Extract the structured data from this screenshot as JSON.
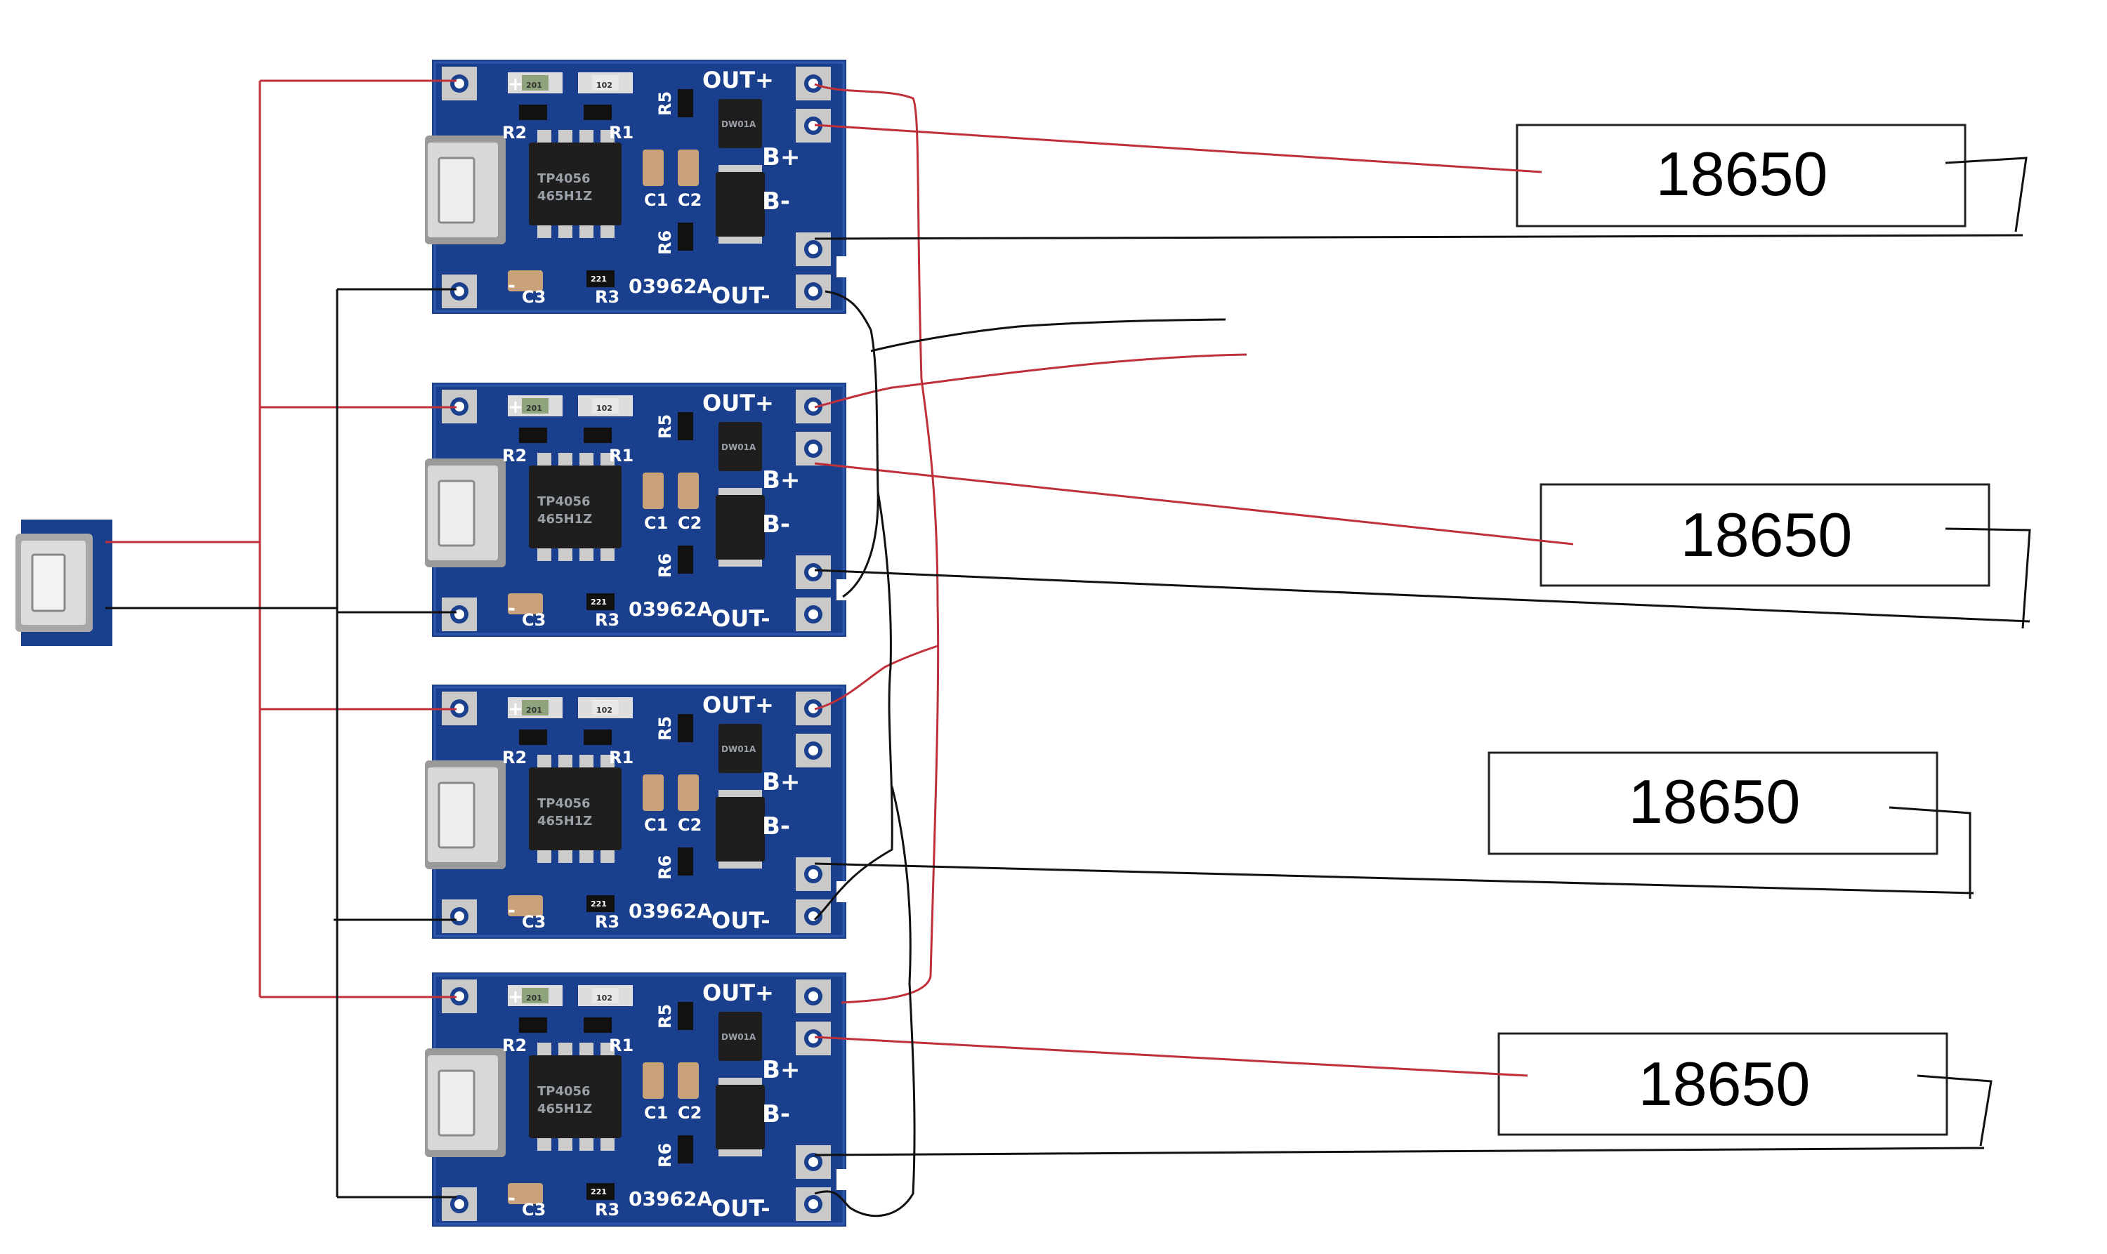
{
  "modules": [
    {
      "pad_labels": {
        "in_plus": "+",
        "in_minus": "-",
        "out_plus": "OUT+",
        "b_plus": "B+",
        "b_minus": "B-",
        "out_minus": "OUT-"
      },
      "component_labels": {
        "r1": "R1",
        "r2": "R2",
        "r3": "R3",
        "r5": "R5",
        "r6": "R6",
        "c1": "C1",
        "c2": "C2",
        "c3": "C3"
      },
      "chip_labels": {
        "line1": "TP4056",
        "line2": "465H1Z"
      },
      "board_code": "03962A",
      "small_codes": {
        "led1": "201",
        "led2": "102",
        "r3": "221",
        "mosfet": "DW01A"
      }
    },
    {
      "pad_labels": {
        "in_plus": "+",
        "in_minus": "-",
        "out_plus": "OUT+",
        "b_plus": "B+",
        "b_minus": "B-",
        "out_minus": "OUT-"
      },
      "component_labels": {
        "r1": "R1",
        "r2": "R2",
        "r3": "R3",
        "r5": "R5",
        "r6": "R6",
        "c1": "C1",
        "c2": "C2",
        "c3": "C3"
      },
      "chip_labels": {
        "line1": "TP4056",
        "line2": "465H1Z"
      },
      "board_code": "03962A",
      "small_codes": {
        "led1": "201",
        "led2": "102",
        "r3": "221",
        "mosfet": "DW01A"
      }
    },
    {
      "pad_labels": {
        "in_plus": "+",
        "in_minus": "-",
        "out_plus": "OUT+",
        "b_plus": "B+",
        "b_minus": "B-",
        "out_minus": "OUT-"
      },
      "component_labels": {
        "r1": "R1",
        "r2": "R2",
        "r3": "R3",
        "r5": "R5",
        "r6": "R6",
        "c1": "C1",
        "c2": "C2",
        "c3": "C3"
      },
      "chip_labels": {
        "line1": "TP4056",
        "line2": "465H1Z"
      },
      "board_code": "03962A",
      "small_codes": {
        "led1": "201",
        "led2": "102",
        "r3": "221",
        "mosfet": "DW01A"
      }
    },
    {
      "pad_labels": {
        "in_plus": "+",
        "in_minus": "-",
        "out_plus": "OUT+",
        "b_plus": "B+",
        "b_minus": "B-",
        "out_minus": "OUT-"
      },
      "component_labels": {
        "r1": "R1",
        "r2": "R2",
        "r3": "R3",
        "r5": "R5",
        "r6": "R6",
        "c1": "C1",
        "c2": "C2",
        "c3": "C3"
      },
      "chip_labels": {
        "line1": "TP4056",
        "line2": "465H1Z"
      },
      "board_code": "03962A",
      "small_codes": {
        "led1": "201",
        "led2": "102",
        "r3": "221",
        "mosfet": "DW01A"
      }
    }
  ],
  "cells": [
    {
      "label": "18650"
    },
    {
      "label": "18650"
    },
    {
      "label": "18650"
    },
    {
      "label": "18650"
    }
  ],
  "colors": {
    "pcb_blue": "#1a3f8c",
    "pcb_dark": "#112c66",
    "pad": "#c9c9c9",
    "chip": "#1e1e1e",
    "wire_red": "#c0303a",
    "wire_black": "#111111",
    "cell_border": "#222222"
  }
}
